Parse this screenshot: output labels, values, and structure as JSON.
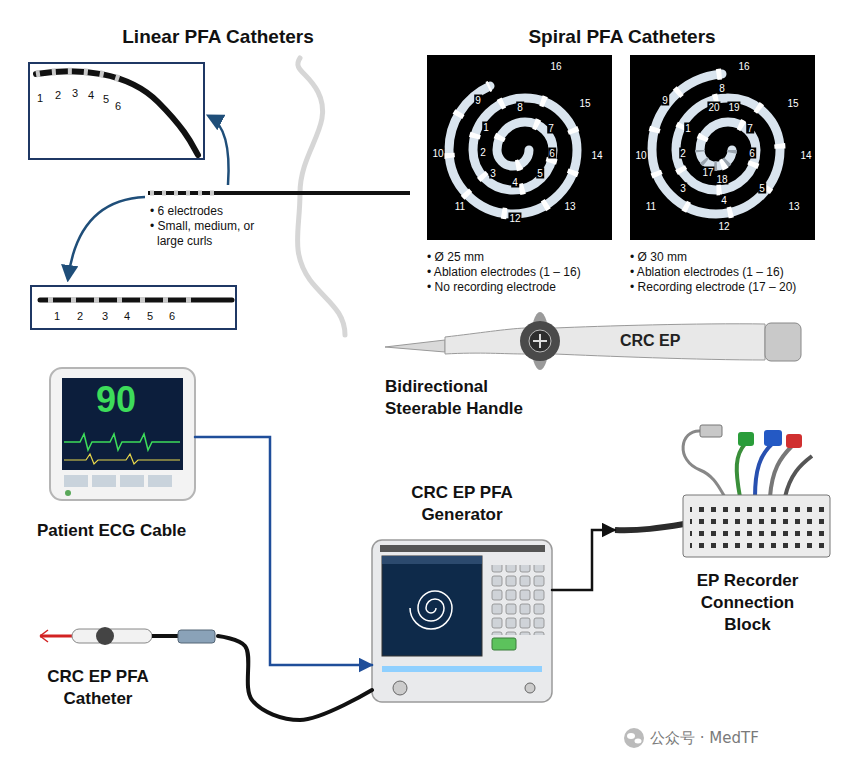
{
  "diagram": {
    "nodes": [
      {
        "text": [
          "1",
          "2",
          "3",
          "4",
          "5",
          "6"
        ]
      },
      {
        "text": [
          "1",
          "2",
          "3",
          "4",
          "5",
          "6"
        ]
      },
      {
        "text": [
          "1",
          "2",
          "3",
          "4",
          "5",
          "6",
          "7",
          "8",
          "9",
          "10",
          "11",
          "12",
          "13",
          "14",
          "15",
          "16"
        ]
      },
      {
        "text": [
          "1",
          "2",
          "3",
          "4",
          "5",
          "6",
          "7",
          "8",
          "9",
          "10",
          "11",
          "12",
          "13",
          "14",
          "15",
          "16",
          "17",
          "18",
          "19",
          "20"
        ]
      },
      {
        "text": [
          "90",
          "Patient ECG Cable"
        ]
      },
      {
        "text": [
          "CRC EP PFA Generator"
        ]
      },
      {
        "text": [
          "EP Recorder Connection Block"
        ]
      },
      {
        "text": [
          "CRC EP PFA Catheter"
        ]
      }
    ],
    "edges": [
      {
        "from": 4,
        "to": 5,
        "arrow": "to"
      },
      {
        "from": 7,
        "to": 5,
        "arrow": "none"
      },
      {
        "from": 5,
        "to": 6,
        "arrow": "to"
      }
    ],
    "labels": [
      "Linear PFA Catheters",
      "Spiral PFA Catheters",
      "• 6 electrodes",
      "• Small, medium, or large curls",
      "• Ø 25 mm",
      "• Ablation electrodes (1 – 16)",
      "• No recording electrode",
      "• Ø 30 mm",
      "• Ablation electrodes (1 – 16)",
      "• Recording electrode (17 – 20)",
      "CRC EP",
      "Bidirectional Steerable Handle",
      "公众号 · MedTF"
    ]
  }
}
